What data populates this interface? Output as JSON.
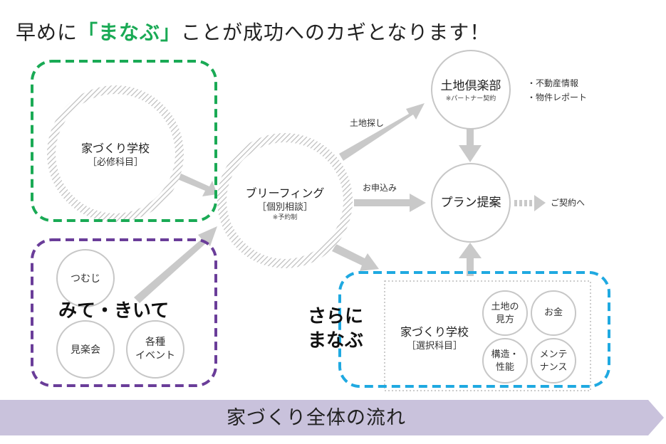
{
  "heading": {
    "prefix": "早めに",
    "highlight": "「まなぶ」",
    "suffix": "ことが成功へのカギとなります！"
  },
  "school_required": {
    "title": "家づくり学校",
    "sub": "［必修科目］"
  },
  "briefing": {
    "title": "ブリーフィング",
    "sub": "［個別相談］",
    "note": "※予約制"
  },
  "land_club": {
    "title": "土地倶楽部",
    "sub": "※パートナー契約"
  },
  "land_club_info": [
    "・不動産情報",
    "・物件レポート"
  ],
  "plan": {
    "title": "プラン提案"
  },
  "contract": "ご契約へ",
  "edge_labels": {
    "land_search": "土地探し",
    "apply": "お申込み"
  },
  "mite_kiite": {
    "callout": "みて・きいて",
    "items": [
      [
        "つむじ"
      ],
      [
        "見楽会"
      ],
      [
        "各種",
        "イベント"
      ]
    ]
  },
  "sara_ni": {
    "callout": [
      "さらに",
      "まなぶ"
    ],
    "school": {
      "title": "家づくり学校",
      "sub": "［選択科目］"
    },
    "topics": [
      [
        "土地の",
        "見方"
      ],
      [
        "お金"
      ],
      [
        "構造・",
        "性能"
      ],
      [
        "メンテ",
        "ナンス"
      ]
    ]
  },
  "flow_bar": {
    "label": "家づくり全体の流れ"
  },
  "colors": {
    "green": "#1aaa55",
    "purple": "#6a3d99",
    "cyan": "#1fa9e1",
    "bar": "#c9c2dc",
    "arrow": "#c9c9c9"
  }
}
